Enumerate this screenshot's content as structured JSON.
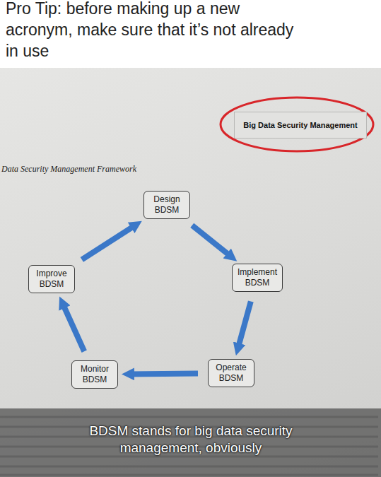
{
  "diagram": {
    "title": "Pro Tip: before making up a new acronym, make sure that it’s not already in use",
    "caption": "BDSM stands for big data security management, obviously",
    "nodes": [
      {
        "text": [
          "Big Data Security Management"
        ]
      },
      {
        "text": [
          "Design BDSM"
        ]
      },
      {
        "text": [
          "Implement BDSM"
        ]
      },
      {
        "text": [
          "Operate BDSM"
        ]
      },
      {
        "text": [
          "Monitor BDSM"
        ]
      },
      {
        "text": [
          "Improve BDSM"
        ]
      }
    ],
    "edges": [
      {
        "from": 1,
        "to": 2,
        "arrow": "to"
      },
      {
        "from": 2,
        "to": 3,
        "arrow": "to"
      },
      {
        "from": 3,
        "to": 4,
        "arrow": "to"
      },
      {
        "from": 4,
        "to": 5,
        "arrow": "to"
      },
      {
        "from": 5,
        "to": 1,
        "arrow": "to"
      }
    ],
    "labels": [
      "Data Security Management Framework"
    ]
  }
}
